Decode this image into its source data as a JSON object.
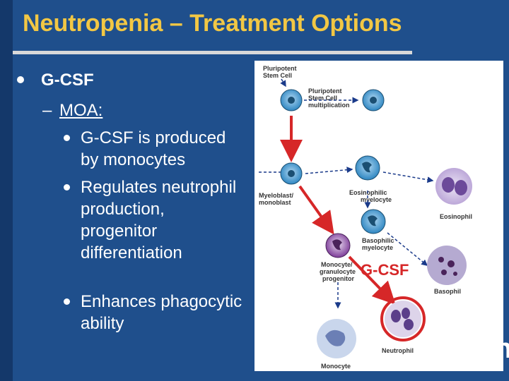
{
  "slide": {
    "title": "Neutropenia – Treatment Options",
    "bullet_l1": "G-CSF",
    "bullet_l2": "MOA:",
    "bullet_l2_dash": "–",
    "sub_bullets": [
      "G-CSF is produced by monocytes",
      "Regulates neutrophil production, progenitor differentiation",
      "Enhances phagocytic ability"
    ],
    "edge_glyph": "n"
  },
  "diagram": {
    "labels": {
      "stem": [
        "Pluripotent",
        "Stem Cell"
      ],
      "stem_mult": [
        "Pluripotent",
        "Stem Cell",
        "multiplication"
      ],
      "myeloblast": [
        "Myeloblast/",
        "monoblast"
      ],
      "eos_myelo": [
        "Eosinophilic",
        "myelocyte"
      ],
      "eosinophil": "Eosinophil",
      "baso_myelo": [
        "Basophilic",
        "myelocyte"
      ],
      "mono_gran": [
        "Monocyte/",
        "granulocyte",
        "progenitor"
      ],
      "basophil": "Basophil",
      "neutrophil": "Neutrophil",
      "monocyte": "Monocyte"
    },
    "gcsf_label": "G-CSF",
    "colors": {
      "highlight": "#d62728",
      "stem_cell": "#2e86c1",
      "progenitor": "#7d3c98",
      "mature": "#b8a2d6",
      "arrow": "#1a3a8a"
    }
  }
}
